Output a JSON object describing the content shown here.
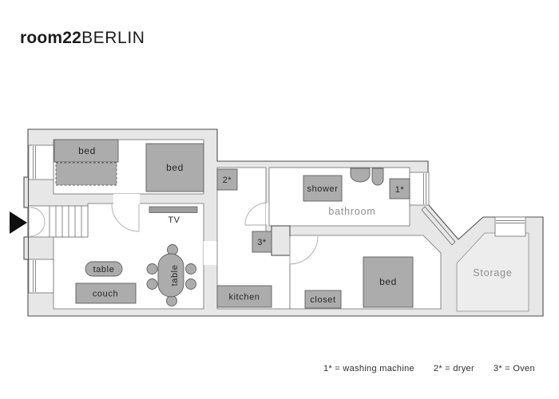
{
  "logo": {
    "bold": "room22",
    "light": "BERLIN"
  },
  "plan": {
    "rooms": {
      "bathroom": "bathroom",
      "storage": "Storage"
    },
    "furniture": {
      "bed_left": "bed",
      "bed_middle": "bed",
      "bed_right": "bed",
      "tv": "TV",
      "coffee_table": "table",
      "dining_table": "table",
      "couch": "couch",
      "kitchen": "kitchen",
      "closet": "closet",
      "shower": "shower"
    },
    "appliances": {
      "washing_machine": "1*",
      "dryer": "2*",
      "oven": "3*"
    }
  },
  "legend": {
    "items": [
      "1* = washing machine",
      "2* = dryer",
      "3* = Oven"
    ]
  }
}
